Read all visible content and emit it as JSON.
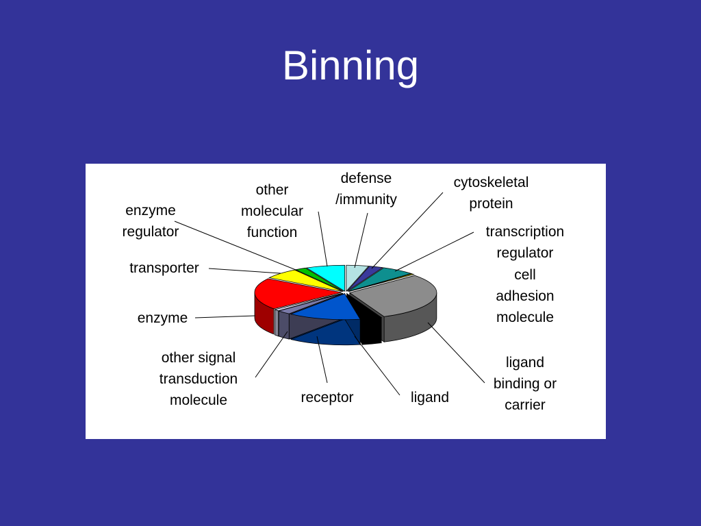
{
  "slide": {
    "title": "Binning",
    "background_color": "#333399"
  },
  "chart_data": {
    "type": "pie",
    "style": "3d-exploded-wedges",
    "unit": "percent of proteins (estimated, no values printed)",
    "slices": [
      {
        "label": "defense\n/immunity",
        "value": 4,
        "color": "#b4e3e3"
      },
      {
        "label": "cytoskeletal\nprotein",
        "value": 2.5,
        "color": "#3a3a9c"
      },
      {
        "label": "transcription\nregulator",
        "value": 6,
        "color": "#0e8f8f"
      },
      {
        "label": "cell\nadhesion\nmolecule",
        "value": 0.5,
        "color": "#cccc00"
      },
      {
        "label": "ligand\nbinding or\ncarrier",
        "value": 29,
        "color": "#8c8c8c"
      },
      {
        "label": "ligand",
        "value": 3.5,
        "color": "#000000"
      },
      {
        "label": "receptor",
        "value": 13,
        "color": "#0055cc"
      },
      {
        "label": "other signal\ntransduction\nmolecule",
        "value": 2.5,
        "color": "#7a7aa8"
      },
      {
        "label": "",
        "value": 1,
        "color": "#d8d8f0"
      },
      {
        "label": "enzyme",
        "value": 19,
        "color": "#ff0000"
      },
      {
        "label": "transporter",
        "value": 6.5,
        "color": "#ffff00"
      },
      {
        "label": "enzyme\nregulator",
        "value": 2,
        "color": "#00c000"
      },
      {
        "label": "other\nmolecular\nfunction",
        "value": 7,
        "color": "#00ffff"
      }
    ]
  }
}
